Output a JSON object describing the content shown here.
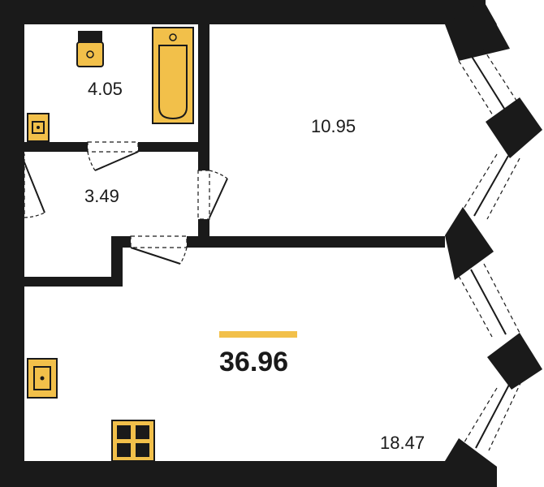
{
  "plan": {
    "accent_color": "#f2c04a",
    "wall_color": "#1a1a1a",
    "total_area": "36.96",
    "rooms": {
      "bathroom": {
        "area": "4.05"
      },
      "bedroom": {
        "area": "10.95"
      },
      "hallway": {
        "area": "3.49"
      },
      "living_kitchen": {
        "area": "18.47"
      }
    },
    "fixtures": [
      "toilet-icon",
      "bathtub-icon",
      "washbasin-icon",
      "kitchen-sink-icon",
      "stove-icon"
    ]
  }
}
